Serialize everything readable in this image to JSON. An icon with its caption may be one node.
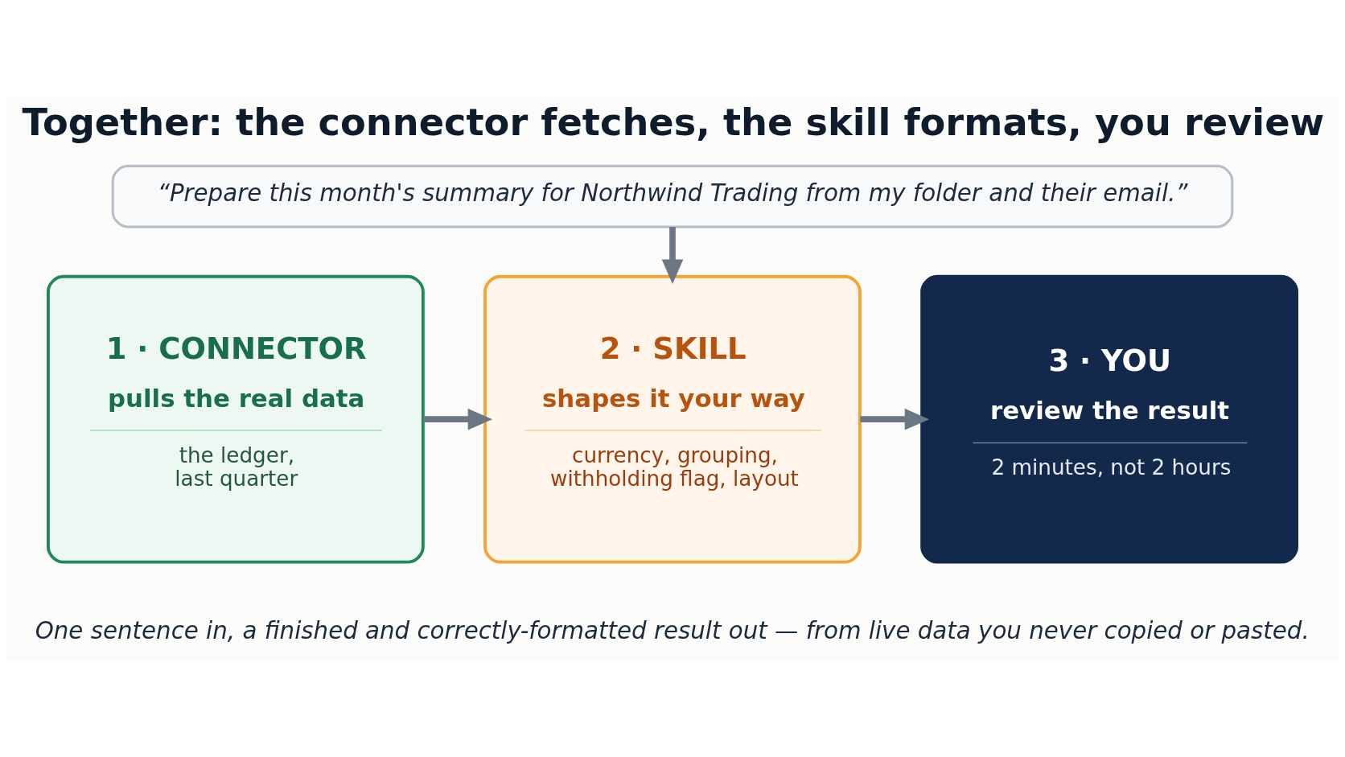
{
  "diagram": {
    "title": "Together: the connector fetches, the skill formats, you review",
    "caption": "One sentence in, a finished and correctly-formatted result out — from live data you never copied or pasted.",
    "nodes": [
      {
        "text": [
          "“Prepare this month's summary for Northwind Trading from my folder and their email.”"
        ]
      },
      {
        "text": [
          "1 · CONNECTOR",
          "pulls the real data",
          "the ledger, last quarter"
        ]
      },
      {
        "text": [
          "2 · SKILL",
          "shapes it your way",
          "currency, grouping, withholding flag, layout"
        ]
      },
      {
        "text": [
          "3 · YOU",
          "review the result",
          "2 minutes, not 2 hours"
        ]
      }
    ],
    "edges": [
      {
        "from": 0,
        "to": 2,
        "arrow": "to"
      },
      {
        "from": 1,
        "to": 2,
        "arrow": "to"
      },
      {
        "from": 2,
        "to": 3,
        "arrow": "to"
      }
    ]
  }
}
